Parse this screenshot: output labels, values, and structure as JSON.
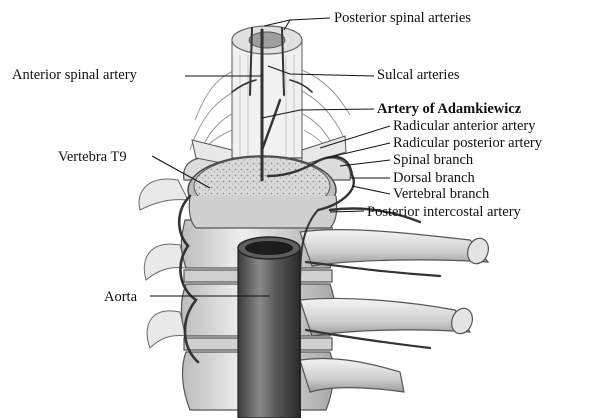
{
  "labels": {
    "posterior_spinal_arteries": "Posterior spinal arteries",
    "anterior_spinal_artery": "Anterior spinal artery",
    "sulcal_arteries": "Sulcal arteries",
    "artery_of_adamkiewicz": "Artery of Adamkiewicz",
    "radicular_anterior_artery": "Radicular anterior artery",
    "radicular_posterior_artery": "Radicular posterior artery",
    "spinal_branch": "Spinal branch",
    "dorsal_branch": "Dorsal branch",
    "vertebral_branch": "Vertebral branch",
    "posterior_intercostal_artery": "Posterior intercostal artery",
    "vertebra_t9": "Vertebra T9",
    "aorta": "Aorta"
  },
  "colors": {
    "background": "#ffffff",
    "label_text": "#111111",
    "vessel": "#3a3a3a",
    "bone": "#e6e6e6",
    "cord": "#f2f2f2"
  }
}
